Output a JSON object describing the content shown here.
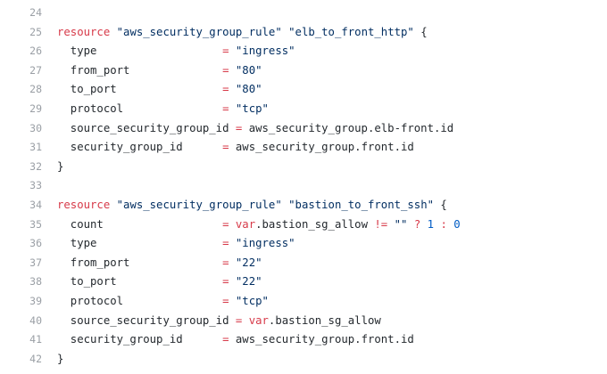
{
  "lines": [
    {
      "n": "24",
      "parts": []
    },
    {
      "n": "25",
      "parts": [
        [
          "kw",
          "resource"
        ],
        [
          "txt",
          " "
        ],
        [
          "str",
          "\"aws_security_group_rule\""
        ],
        [
          "txt",
          " "
        ],
        [
          "str",
          "\"elb_to_front_http\""
        ],
        [
          "txt",
          " {"
        ]
      ]
    },
    {
      "n": "26",
      "parts": [
        [
          "txt",
          "  type                   "
        ],
        [
          "op",
          "="
        ],
        [
          "txt",
          " "
        ],
        [
          "str",
          "\"ingress\""
        ]
      ]
    },
    {
      "n": "27",
      "parts": [
        [
          "txt",
          "  from_port              "
        ],
        [
          "op",
          "="
        ],
        [
          "txt",
          " "
        ],
        [
          "str",
          "\"80\""
        ]
      ]
    },
    {
      "n": "28",
      "parts": [
        [
          "txt",
          "  to_port                "
        ],
        [
          "op",
          "="
        ],
        [
          "txt",
          " "
        ],
        [
          "str",
          "\"80\""
        ]
      ]
    },
    {
      "n": "29",
      "parts": [
        [
          "txt",
          "  protocol               "
        ],
        [
          "op",
          "="
        ],
        [
          "txt",
          " "
        ],
        [
          "str",
          "\"tcp\""
        ]
      ]
    },
    {
      "n": "30",
      "parts": [
        [
          "txt",
          "  source_security_group_id "
        ],
        [
          "op",
          "="
        ],
        [
          "txt",
          " aws_security_group.elb-front.id"
        ]
      ]
    },
    {
      "n": "31",
      "parts": [
        [
          "txt",
          "  security_group_id      "
        ],
        [
          "op",
          "="
        ],
        [
          "txt",
          " aws_security_group.front.id"
        ]
      ]
    },
    {
      "n": "32",
      "parts": [
        [
          "txt",
          "}"
        ]
      ]
    },
    {
      "n": "33",
      "parts": []
    },
    {
      "n": "34",
      "parts": [
        [
          "kw",
          "resource"
        ],
        [
          "txt",
          " "
        ],
        [
          "str",
          "\"aws_security_group_rule\""
        ],
        [
          "txt",
          " "
        ],
        [
          "str",
          "\"bastion_to_front_ssh\""
        ],
        [
          "txt",
          " {"
        ]
      ]
    },
    {
      "n": "35",
      "parts": [
        [
          "txt",
          "  count                  "
        ],
        [
          "op",
          "="
        ],
        [
          "txt",
          " "
        ],
        [
          "var",
          "var"
        ],
        [
          "txt",
          ".bastion_sg_allow "
        ],
        [
          "op",
          "!="
        ],
        [
          "txt",
          " "
        ],
        [
          "str",
          "\"\""
        ],
        [
          "txt",
          " "
        ],
        [
          "op",
          "?"
        ],
        [
          "txt",
          " "
        ],
        [
          "num",
          "1"
        ],
        [
          "txt",
          " "
        ],
        [
          "op",
          ":"
        ],
        [
          "txt",
          " "
        ],
        [
          "num",
          "0"
        ]
      ]
    },
    {
      "n": "36",
      "parts": [
        [
          "txt",
          "  type                   "
        ],
        [
          "op",
          "="
        ],
        [
          "txt",
          " "
        ],
        [
          "str",
          "\"ingress\""
        ]
      ]
    },
    {
      "n": "37",
      "parts": [
        [
          "txt",
          "  from_port              "
        ],
        [
          "op",
          "="
        ],
        [
          "txt",
          " "
        ],
        [
          "str",
          "\"22\""
        ]
      ]
    },
    {
      "n": "38",
      "parts": [
        [
          "txt",
          "  to_port                "
        ],
        [
          "op",
          "="
        ],
        [
          "txt",
          " "
        ],
        [
          "str",
          "\"22\""
        ]
      ]
    },
    {
      "n": "39",
      "parts": [
        [
          "txt",
          "  protocol               "
        ],
        [
          "op",
          "="
        ],
        [
          "txt",
          " "
        ],
        [
          "str",
          "\"tcp\""
        ]
      ]
    },
    {
      "n": "40",
      "parts": [
        [
          "txt",
          "  source_security_group_id "
        ],
        [
          "op",
          "="
        ],
        [
          "txt",
          " "
        ],
        [
          "var",
          "var"
        ],
        [
          "txt",
          ".bastion_sg_allow"
        ]
      ]
    },
    {
      "n": "41",
      "parts": [
        [
          "txt",
          "  security_group_id      "
        ],
        [
          "op",
          "="
        ],
        [
          "txt",
          " aws_security_group.front.id"
        ]
      ]
    },
    {
      "n": "42",
      "parts": [
        [
          "txt",
          "}"
        ]
      ]
    }
  ],
  "colors": {
    "keyword": "#d73a49",
    "string": "#032f62",
    "number": "#005cc5",
    "text": "#24292e",
    "gutter": "#9a9fa5",
    "background": "#ffffff"
  }
}
